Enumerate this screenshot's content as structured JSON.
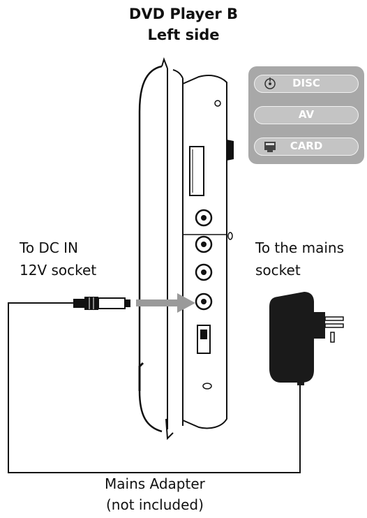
{
  "title": {
    "line1": "DVD Player B",
    "line2": "Left side"
  },
  "labels": {
    "dc_in_line1": "To DC IN",
    "dc_in_line2": "12V socket",
    "mains_line1": "To the mains",
    "mains_line2": "socket",
    "adapter_line1": "Mains Adapter",
    "adapter_line2": "(not included)"
  },
  "source_panel": {
    "disc": {
      "label": "DISC",
      "icon": "disc-icon"
    },
    "av": {
      "label": "AV"
    },
    "card": {
      "label": "CARD",
      "icon": "card-icon"
    }
  },
  "colors": {
    "panel": "#a8a8a8",
    "pill": "#c4c4c4",
    "arrow": "#9a9a9a",
    "adapter": "#1a1a1a"
  }
}
